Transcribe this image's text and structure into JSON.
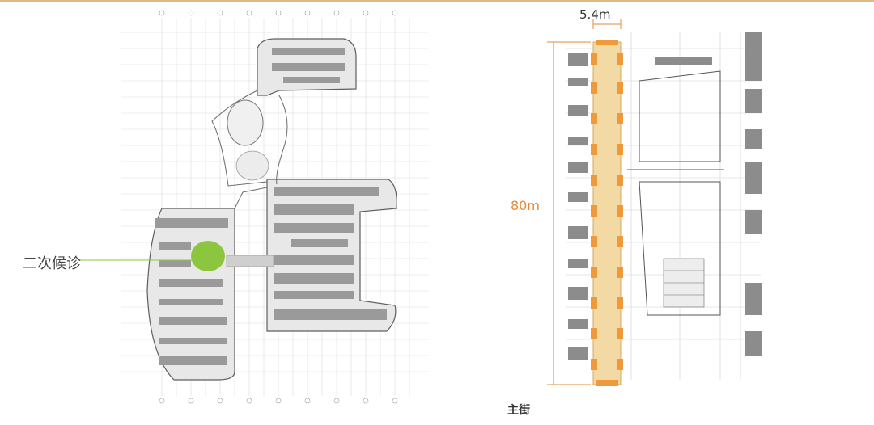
{
  "labels": {
    "secondary_waiting": "二次候诊",
    "street_width": "5.4m",
    "street_length": "80m",
    "main_street": "主街"
  },
  "colors": {
    "waiting_marker": "#8cc63f",
    "street_fill": "#f3d9a4",
    "street_accent": "#ef9a3a",
    "dimension_line": "#e4893a",
    "building": "#7a7a7a",
    "grid": "#d6d6d6"
  }
}
